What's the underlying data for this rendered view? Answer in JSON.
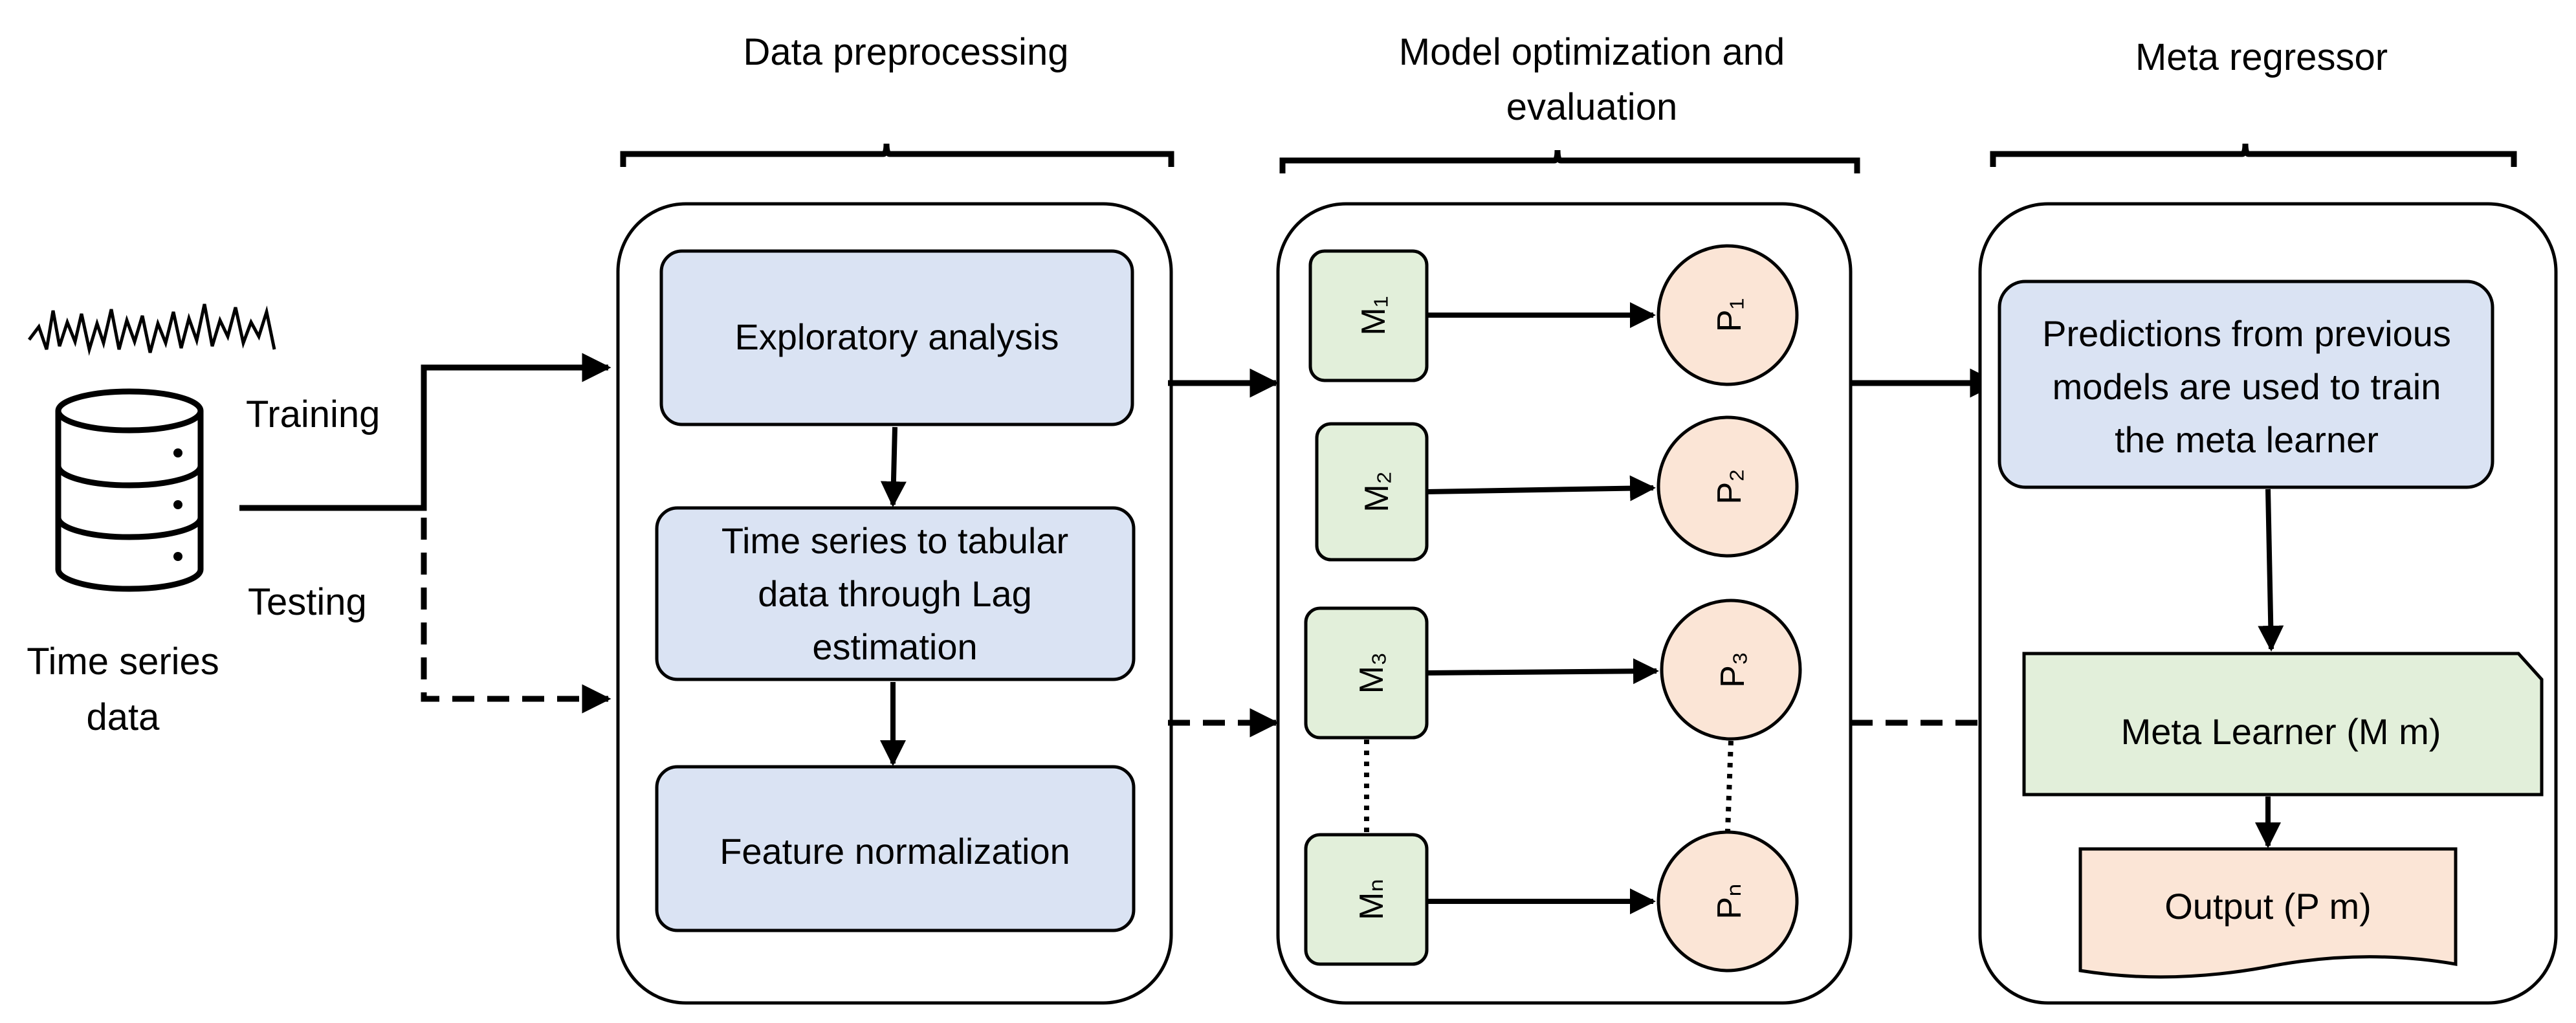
{
  "source": {
    "label_line1": "Time series",
    "label_line2": "data",
    "training_label": "Training",
    "testing_label": "Testing",
    "icon": "database-icon"
  },
  "sections": {
    "preprocessing": {
      "title": "Data preprocessing"
    },
    "optimization": {
      "title_line1": "Model optimization and",
      "title_line2": "evaluation"
    },
    "meta": {
      "title": "Meta regressor"
    }
  },
  "preprocessing_steps": [
    {
      "lines": [
        "Exploratory analysis"
      ]
    },
    {
      "lines": [
        "Time series to tabular",
        "data through Lag",
        "estimation"
      ]
    },
    {
      "lines": [
        "Feature normalization"
      ]
    }
  ],
  "models": [
    {
      "model": "M₁",
      "prediction": "P₁"
    },
    {
      "model": "M₂",
      "prediction": "P₂"
    },
    {
      "model": "M₃",
      "prediction": "P₃"
    },
    {
      "model": "Mₙ",
      "prediction": "Pₙ"
    }
  ],
  "meta": {
    "predictions_lines": [
      "Predictions from previous",
      "models are used to train",
      "the meta learner"
    ],
    "learner": "Meta Learner (M m)",
    "output": "Output (P m)"
  },
  "colors": {
    "blue_fill": "#dae3f3",
    "green_fill": "#e2efda",
    "peach_fill": "#fbe5d6",
    "stroke": "#000000"
  }
}
